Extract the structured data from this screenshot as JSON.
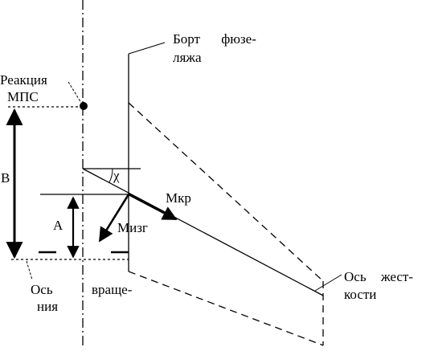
{
  "labels": {
    "bort_line1": "Борт фюзе-",
    "bort_line2": "ляжа",
    "reaction_line1": "Реакция",
    "reaction_line2": "МПС",
    "chi": "χ",
    "mkr": "Мкр",
    "mizg": "Мизг",
    "b": "В",
    "a": "А",
    "os_vr_line1_left": "Ось",
    "os_vr_line1_right": "враще-",
    "os_vr_line2": "ния",
    "os_zh_line1": "Ось жест-",
    "os_zh_line2": "кости"
  },
  "colors": {
    "ink": "#000000",
    "background": "#ffffff"
  }
}
